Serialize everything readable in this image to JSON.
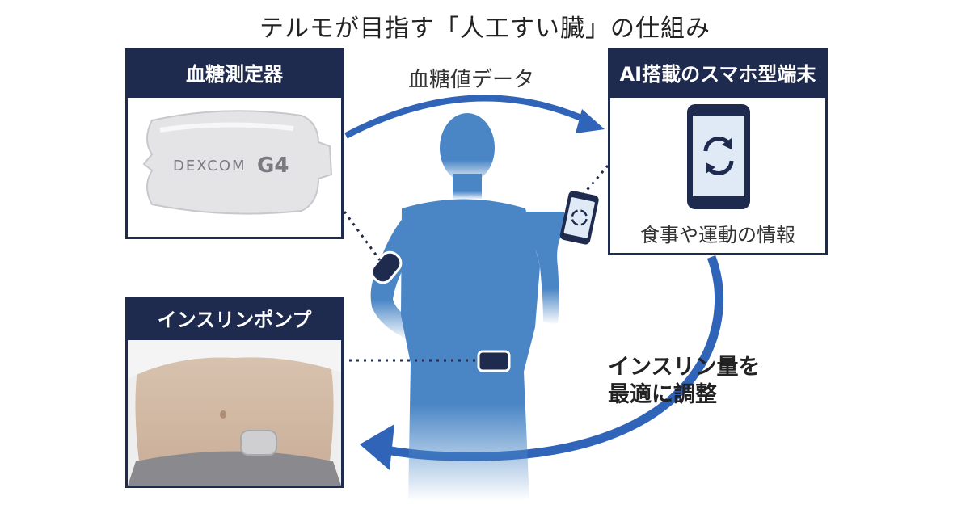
{
  "title": "テルモが目指す「人工すい臓」の仕組み",
  "glucose_meter": {
    "header": "血糖測定器",
    "device_brand": "DEXCOM",
    "device_model": "G4"
  },
  "smartphone_terminal": {
    "header": "AI搭載のスマホ型端末",
    "caption": "食事や運動の情報"
  },
  "insulin_pump": {
    "header": "インスリンポンプ"
  },
  "flow_labels": {
    "glucose_data": "血糖値データ",
    "adjust_line1": "インスリン量を",
    "adjust_line2": "最適に調整"
  },
  "colors": {
    "navy": "#1f2a4f",
    "arrow_blue": "#2f64b8",
    "figure_blue": "#4a86c6"
  }
}
